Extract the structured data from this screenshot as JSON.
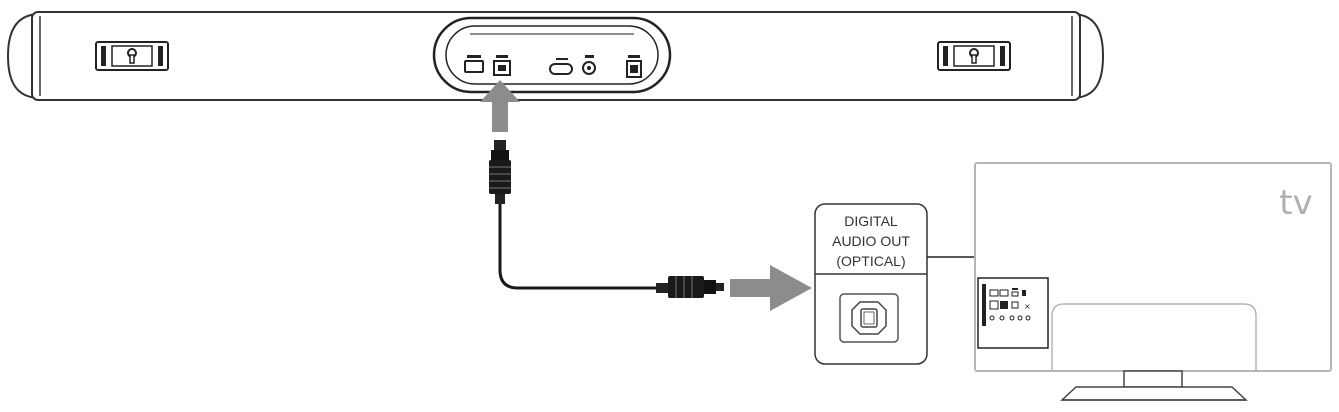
{
  "optical_label": {
    "line1": "DIGITAL",
    "line2": "AUDIO OUT",
    "line3": "(OPTICAL)"
  },
  "tv_label": "tv",
  "colors": {
    "outline": "#333333",
    "arrow": "#8c8c8c",
    "cable": "#1a1a1a",
    "tv_outline": "#b5b5b5",
    "background": "#ffffff"
  },
  "icons": {
    "left_mount": "keyhole-mount-icon",
    "right_mount": "keyhole-mount-icon",
    "optical_port": "optical-port-icon",
    "arrow_up": "arrow-up-icon",
    "arrow_right": "arrow-right-icon"
  }
}
